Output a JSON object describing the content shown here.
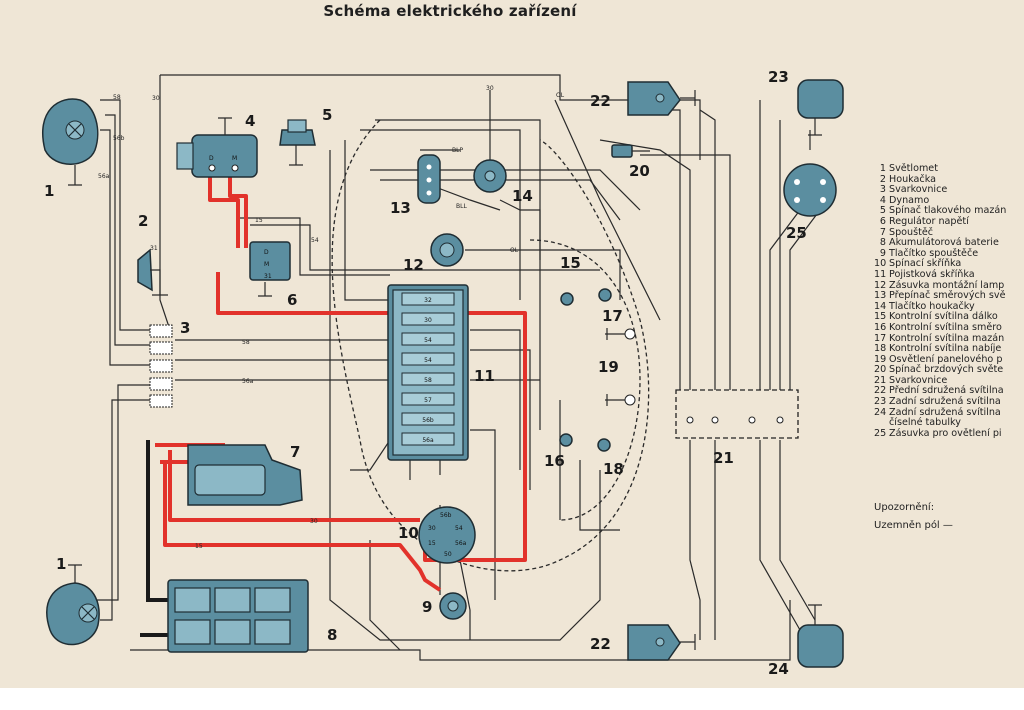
{
  "title": "Schéma elektrického zařízení",
  "components": [
    {
      "n": "1",
      "label": "Světlomet"
    },
    {
      "n": "2",
      "label": "Houkačka"
    },
    {
      "n": "3",
      "label": "Svarkovnice"
    },
    {
      "n": "4",
      "label": "Dynamo"
    },
    {
      "n": "5",
      "label": "Spínač tlakového mazán"
    },
    {
      "n": "6",
      "label": "Regulátor napětí"
    },
    {
      "n": "7",
      "label": "Spouštěč"
    },
    {
      "n": "8",
      "label": "Akumulátorová baterie"
    },
    {
      "n": "9",
      "label": "Tlačítko spouštěče"
    },
    {
      "n": "10",
      "label": "Spínací skříňka"
    },
    {
      "n": "11",
      "label": "Pojistková skříňka"
    },
    {
      "n": "12",
      "label": "Zásuvka montážní lamp"
    },
    {
      "n": "13",
      "label": "Přepínač směrových svě"
    },
    {
      "n": "14",
      "label": "Tlačítko houkačky"
    },
    {
      "n": "15",
      "label": "Kontrolní svítilna dálko"
    },
    {
      "n": "16",
      "label": "Kontrolní svítilna směro"
    },
    {
      "n": "17",
      "label": "Kontrolní svítilna mazán"
    },
    {
      "n": "18",
      "label": "Kontrolní svítilna nabíje"
    },
    {
      "n": "19",
      "label": "Osvětlení panelového p"
    },
    {
      "n": "20",
      "label": "Spínač brzdových světe"
    },
    {
      "n": "21",
      "label": "Svarkovnice"
    },
    {
      "n": "22",
      "label": "Přední sdružená svítilna"
    },
    {
      "n": "23",
      "label": "Zadní sdružená svítilna"
    },
    {
      "n": "24",
      "label": "Zadní sdružená svítilna",
      "cont": "číselné tabulky"
    },
    {
      "n": "25",
      "label": "Zásuvka pro ovětlení pi"
    }
  ],
  "note_title": "Upozornění:",
  "note_text": "Uzemněn pól —",
  "fuse_labels": [
    "32",
    "30",
    "54",
    "54",
    "58",
    "57",
    "56b",
    "56a"
  ],
  "diagram_numbers": {
    "n1_top": "1",
    "n1_bottom": "1",
    "n2": "2",
    "n3": "3",
    "n4": "4",
    "n5": "5",
    "n6": "6",
    "n7": "7",
    "n8": "8",
    "n9": "9",
    "n10": "10",
    "n11": "11",
    "n12": "12",
    "n13": "13",
    "n14": "14",
    "n15": "15",
    "n16": "16",
    "n17": "17",
    "n18": "18",
    "n19": "19",
    "n20": "20",
    "n21": "21",
    "n22_top": "22",
    "n22_bottom": "22",
    "n23": "23",
    "n24": "24",
    "n25": "25"
  },
  "wire_labels": {
    "w58a": "58",
    "w56b": "56b",
    "w56a": "56a",
    "w30top": "30",
    "w31": "31",
    "wOL": "OL",
    "w15": "15",
    "w54": "54",
    "wBLP": "BLP",
    "wBLL": "BLL",
    "w30b": "30",
    "w58b": "58",
    "w56ab": "56a",
    "wOL2": "OL",
    "w30c": "30",
    "w15b": "15"
  },
  "colors": {
    "sheet": "#efe6d6",
    "component": "#5b8ea0",
    "red_wire": "#e2322b"
  }
}
